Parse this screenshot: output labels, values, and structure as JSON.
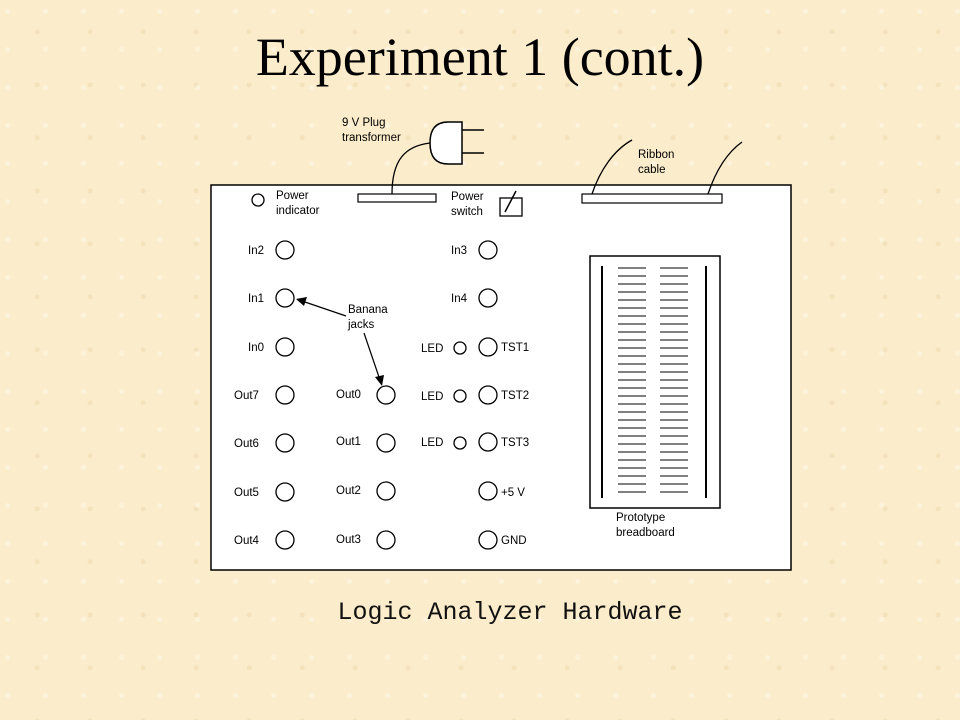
{
  "slide": {
    "title": "Experiment 1 (cont.)",
    "caption": "Logic Analyzer Hardware"
  },
  "labels": {
    "plug": [
      "9 V Plug",
      "transformer"
    ],
    "ribbon": [
      "Ribbon",
      "cable"
    ],
    "power_indicator": [
      "Power",
      "indicator"
    ],
    "power_switch": [
      "Power",
      "switch"
    ],
    "banana": [
      "Banana",
      "jacks"
    ],
    "prototype": [
      "Prototype",
      "breadboard"
    ]
  },
  "inputs": [
    "In2",
    "In1",
    "In0"
  ],
  "inputs_right": [
    "In3",
    "In4"
  ],
  "outputs_left": [
    "Out7",
    "Out6",
    "Out5",
    "Out4"
  ],
  "outputs_mid": [
    "Out0",
    "Out1",
    "Out2",
    "Out3"
  ],
  "led_label": "LED",
  "tests": [
    "TST1",
    "TST2",
    "TST3"
  ],
  "power_rails": [
    "+5 V",
    "GND"
  ]
}
